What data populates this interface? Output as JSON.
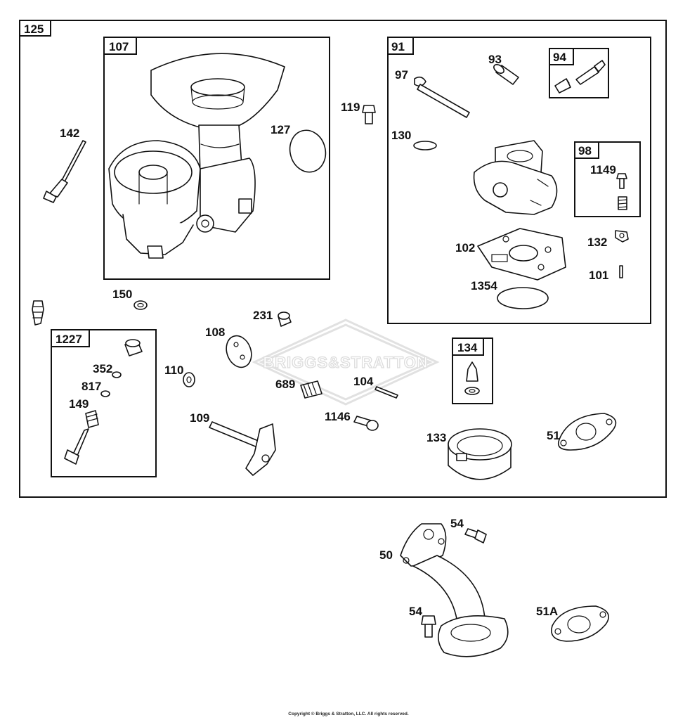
{
  "diagram": {
    "boxes": {
      "main": "125",
      "carburetor_body": "107",
      "upper_body": "91",
      "needle_kit": "94",
      "screw_kit": "98",
      "adjust_kit": "1227",
      "inlet_needle": "134"
    },
    "parts": {
      "p127": "127",
      "p142": "142",
      "p119": "119",
      "p97": "97",
      "p93": "93",
      "p130": "130",
      "p1149": "1149",
      "p102": "102",
      "p132": "132",
      "p101": "101",
      "p1354": "1354",
      "p150": "150",
      "p231": "231",
      "p108": "108",
      "p110": "110",
      "p352": "352",
      "p817": "817",
      "p149": "149",
      "p689": "689",
      "p104": "104",
      "p1146": "1146",
      "p109": "109",
      "p133": "133",
      "p51": "51",
      "p54a": "54",
      "p50": "50",
      "p54b": "54",
      "p51a": "51A"
    },
    "watermark": "BRIGGS&STRATTON"
  },
  "footer": {
    "copyright": "Copyright © Briggs & Stratton, LLC. All rights reserved."
  }
}
